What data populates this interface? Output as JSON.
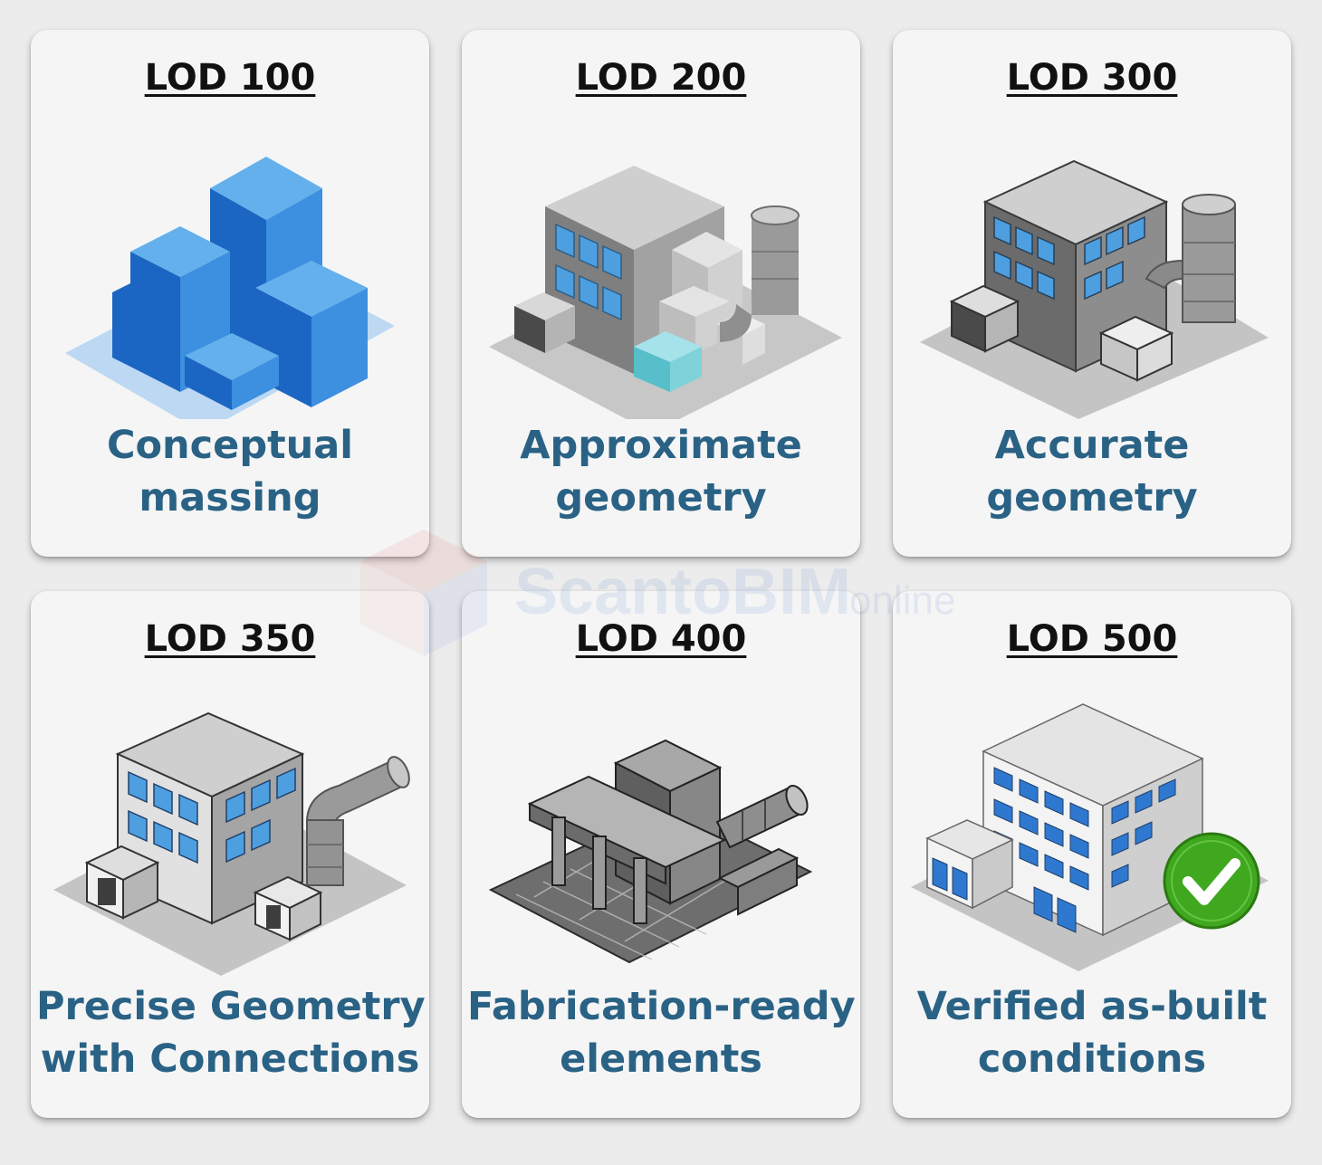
{
  "cards": [
    {
      "title": "LOD 100",
      "desc1": "Conceptual",
      "desc2": "massing",
      "icon": "conceptual-mass-icon"
    },
    {
      "title": "LOD 200",
      "desc1": "Approximate",
      "desc2": "geometry",
      "icon": "approximate-building-icon"
    },
    {
      "title": "LOD 300",
      "desc1": "Accurate",
      "desc2": "geometry",
      "icon": "accurate-building-icon"
    },
    {
      "title": "LOD 350",
      "desc1": "Precise Geometry",
      "desc2": "with Connections",
      "icon": "building-with-duct-icon"
    },
    {
      "title": "LOD 400",
      "desc1": "Fabrication-ready",
      "desc2": "elements",
      "icon": "fabrication-assembly-icon"
    },
    {
      "title": "LOD 500",
      "desc1": "Verified as-built",
      "desc2": "conditions",
      "icon": "verified-building-icon"
    }
  ],
  "watermark": {
    "brand": "ScantoBIM",
    "suffix": "online"
  },
  "colors": {
    "desc": "#2a6285",
    "card": "#f5f5f5",
    "mass": "#2f7fd6",
    "glass": "#4d9fe0",
    "check": "#3fa81f"
  }
}
